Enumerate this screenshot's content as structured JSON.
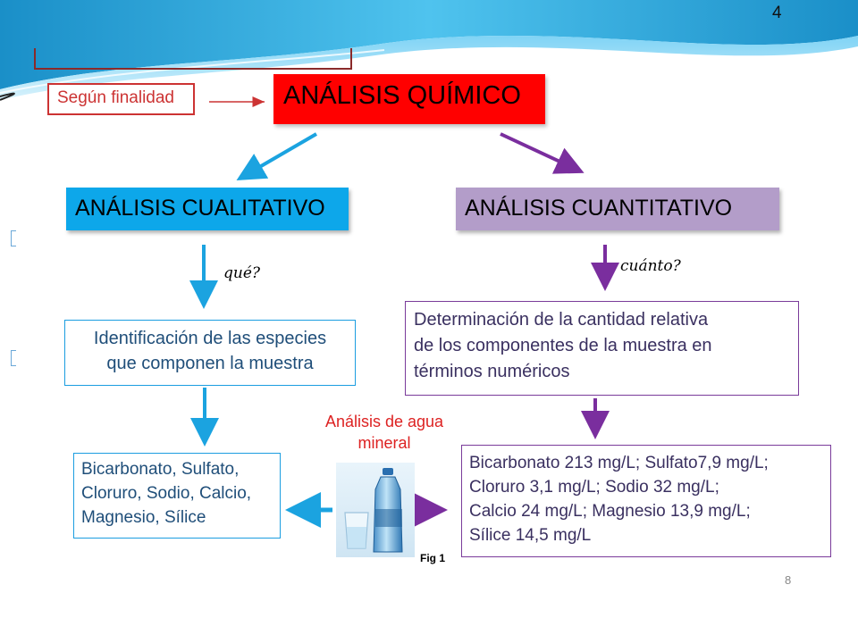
{
  "slide": {
    "number": "4",
    "page": "8"
  },
  "diagram": {
    "segun_label": "Según finalidad",
    "root_label": "ANÁLISIS QUÍMICO",
    "qualitative": {
      "label": "ANÁLISIS CUALITATIVO",
      "question": "qué?",
      "description": [
        "Identificación de las especies",
        "que componen la muestra"
      ],
      "result_lines": [
        "Bicarbonato, Sulfato,",
        "Cloruro, Sodio, Calcio,",
        "Magnesio, Sílice"
      ]
    },
    "quantitative": {
      "label": "ANÁLISIS CUANTITATIVO",
      "question": "cuánto?",
      "description": [
        "Determinación de la cantidad relativa",
        "de los componentes de la muestra en",
        "términos numéricos"
      ],
      "result_lines": [
        "Bicarbonato 213 mg/L; Sulfato7,9 mg/L;",
        "Cloruro 3,1 mg/L; Sodio 32 mg/L;",
        "Calcio 24 mg/L; Magnesio 13,9 mg/L;",
        "Sílice 14,5 mg/L"
      ]
    },
    "sample": {
      "label_lines": [
        "Análisis de agua",
        "mineral"
      ],
      "figure_caption": "Fig 1"
    }
  },
  "colors": {
    "root": "#ff0000",
    "qualitative": "#0da7ea",
    "quantitative": "#b39dc9",
    "qualitative_arrow": "#1ba3e0",
    "quantitative_arrow": "#7a2e9e"
  }
}
